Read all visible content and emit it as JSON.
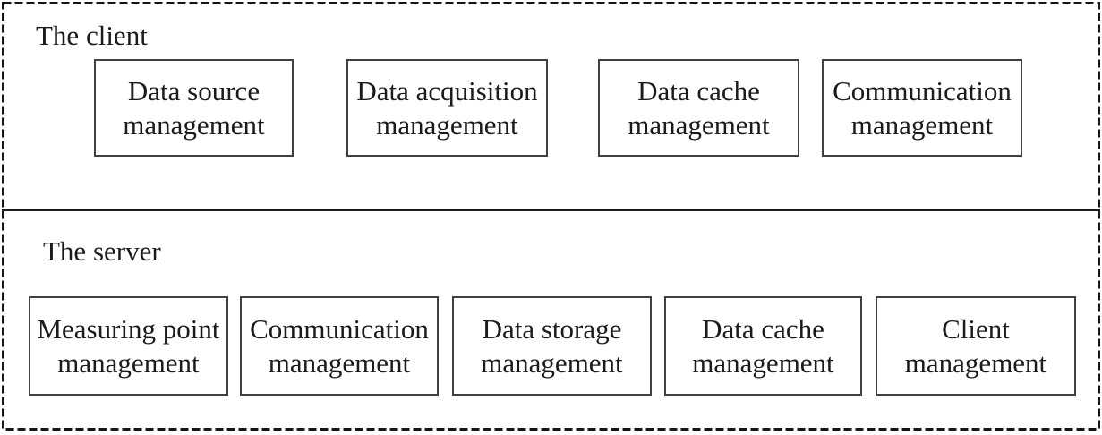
{
  "client": {
    "label": "The client",
    "boxes": [
      {
        "label": "Data source management"
      },
      {
        "label": "Data acquisition management"
      },
      {
        "label": "Data cache management"
      },
      {
        "label": "Communication management"
      }
    ]
  },
  "server": {
    "label": "The server",
    "boxes": [
      {
        "label": "Measuring point management"
      },
      {
        "label": "Communication management"
      },
      {
        "label": "Data storage management"
      },
      {
        "label": "Data cache management"
      },
      {
        "label": "Client management"
      }
    ]
  },
  "colors": {
    "ink": "#1b1b1b",
    "box_border": "#414141",
    "frame_border": "#161616",
    "divider": "#1c1c1c",
    "background": "#ffffff"
  }
}
